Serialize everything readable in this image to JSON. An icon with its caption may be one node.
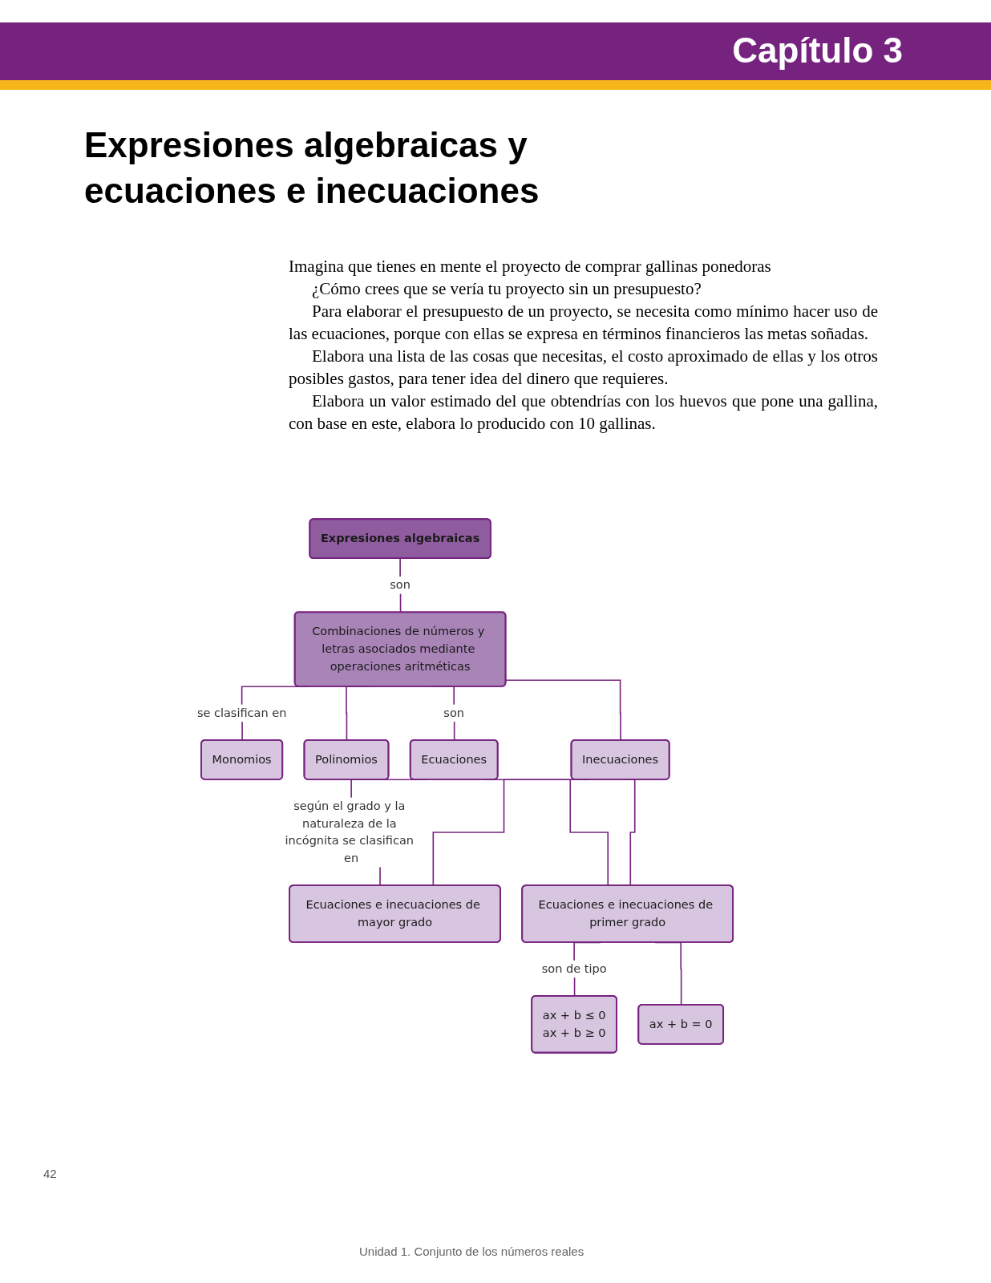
{
  "diagram": {
    "title": "Expresiones algebraicas y ecuaciones e inecuaciones",
    "nodes": [
      {
        "text": [
          "Expresiones algebraicas"
        ]
      },
      {
        "text": [
          "Combinaciones de números y letras asociados mediante operaciones aritméticas"
        ]
      },
      {
        "text": [
          "Monomios"
        ]
      },
      {
        "text": [
          "Polinomios"
        ]
      },
      {
        "text": [
          "Ecuaciones"
        ]
      },
      {
        "text": [
          "Inecuaciones"
        ]
      },
      {
        "text": [
          "Ecuaciones e inecuaciones de mayor grado"
        ]
      },
      {
        "text": [
          "Ecuaciones e inecuaciones de primer grado"
        ]
      },
      {
        "text": [
          "ax + b ≤ 0",
          "ax + b ≥ 0"
        ]
      },
      {
        "text": [
          "ax + b = 0"
        ]
      }
    ],
    "edges": [
      {
        "from": 0,
        "to": 1,
        "arrow": "none",
        "label": "son"
      },
      {
        "from": 1,
        "to": 2,
        "arrow": "none",
        "label": "se clasifican en"
      },
      {
        "from": 1,
        "to": 3,
        "arrow": "none"
      },
      {
        "from": 1,
        "to": 4,
        "arrow": "none",
        "label": "son"
      },
      {
        "from": 1,
        "to": 5,
        "arrow": "none"
      },
      {
        "from": 4,
        "to": 6,
        "arrow": "none",
        "label": "según el grado y la naturaleza de la incógnita se clasifican en"
      },
      {
        "from": 4,
        "to": 7,
        "arrow": "none"
      },
      {
        "from": 5,
        "to": 6,
        "arrow": "none"
      },
      {
        "from": 5,
        "to": 7,
        "arrow": "none"
      },
      {
        "from": 7,
        "to": 8,
        "arrow": "none",
        "label": "son de tipo"
      },
      {
        "from": 7,
        "to": 9,
        "arrow": "none"
      }
    ],
    "labels": [
      "Capítulo 3",
      "Imagina que tienes en mente el proyecto de comprar gallinas ponedoras",
      "¿Cómo crees que se vería tu proyecto sin un presupuesto?",
      "Para elaborar el presupuesto de un proyecto, se necesita como mínimo hacer uso de las ecuaciones, porque con ellas se expresa en términos financieros las metas soñadas.",
      "Elabora una lista de las cosas que necesitas, el costo aproximado de ellas y los otros posibles gastos, para tener idea del dinero que requieres.",
      "Elabora un valor estimado del que obtendrías con los huevos que pone una gallina, con base en este, elabora lo producido con 10 gallinas.",
      "42",
      "Unidad 1. Conjunto de los números reales"
    ]
  }
}
